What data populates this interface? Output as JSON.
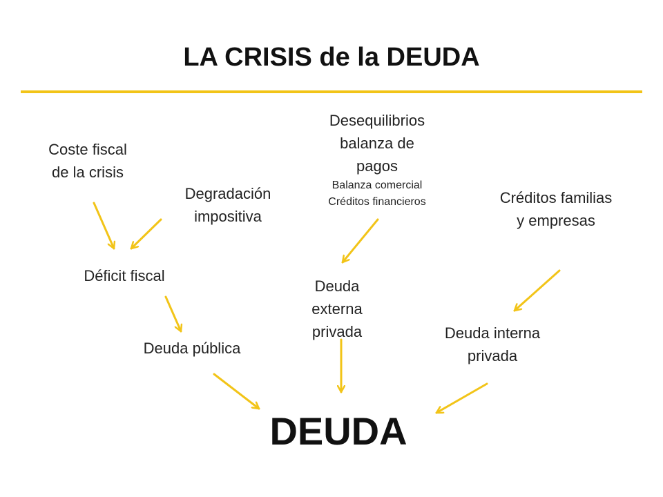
{
  "title": "LA CRISIS de la DEUDA",
  "accent_color": "#f2c418",
  "nodes": {
    "coste_fiscal": [
      "Coste fiscal",
      "de la crisis"
    ],
    "degradacion": [
      "Degradación",
      "impositiva"
    ],
    "desequilibrios": {
      "lines": [
        "Desequilibrios",
        "balanza de",
        "pagos"
      ],
      "sub": [
        "Balanza comercial",
        "Créditos financieros"
      ]
    },
    "creditos": [
      "Créditos familias",
      "y empresas"
    ],
    "deficit": "Déficit fiscal",
    "deuda_externa": [
      "Deuda",
      "externa",
      "privada"
    ],
    "deuda_publica": "Deuda pública",
    "deuda_interna": [
      "Deuda interna",
      "privada"
    ]
  },
  "result": "DEUDA"
}
